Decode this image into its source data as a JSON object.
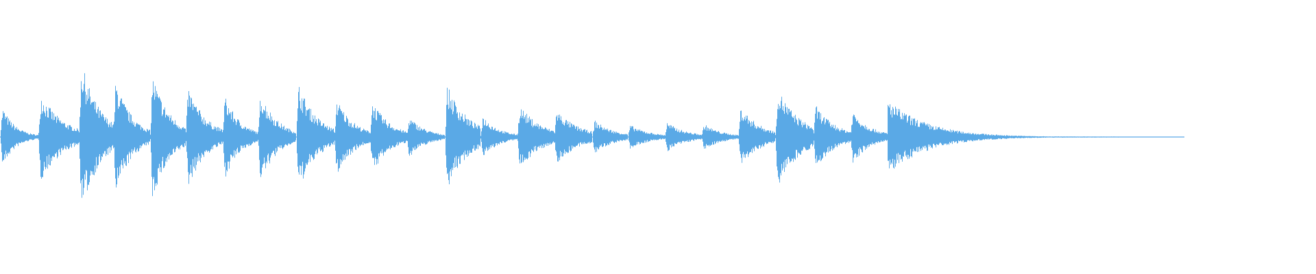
{
  "waveform": {
    "color": "#5aa9e6",
    "background": "#ffffff",
    "audio_duration_fraction": 0.9,
    "bursts": [
      {
        "start": 0.0,
        "amp": 0.26,
        "decay": 0.35
      },
      {
        "start": 0.029,
        "amp": 0.36,
        "decay": 0.55
      },
      {
        "start": 0.06,
        "amp": 0.62,
        "decay": 0.55
      },
      {
        "start": 0.086,
        "amp": 0.48,
        "decay": 0.45
      },
      {
        "start": 0.114,
        "amp": 0.52,
        "decay": 0.5
      },
      {
        "start": 0.141,
        "amp": 0.42,
        "decay": 0.5
      },
      {
        "start": 0.169,
        "amp": 0.35,
        "decay": 0.45
      },
      {
        "start": 0.196,
        "amp": 0.38,
        "decay": 0.45
      },
      {
        "start": 0.225,
        "amp": 0.44,
        "decay": 0.5
      },
      {
        "start": 0.254,
        "amp": 0.32,
        "decay": 0.5
      },
      {
        "start": 0.281,
        "amp": 0.3,
        "decay": 0.5
      },
      {
        "start": 0.309,
        "amp": 0.17,
        "decay": 0.45
      },
      {
        "start": 0.338,
        "amp": 0.42,
        "decay": 0.6
      },
      {
        "start": 0.365,
        "amp": 0.18,
        "decay": 0.45
      },
      {
        "start": 0.393,
        "amp": 0.26,
        "decay": 0.6
      },
      {
        "start": 0.421,
        "amp": 0.22,
        "decay": 0.6
      },
      {
        "start": 0.45,
        "amp": 0.14,
        "decay": 0.55
      },
      {
        "start": 0.477,
        "amp": 0.1,
        "decay": 0.55
      },
      {
        "start": 0.505,
        "amp": 0.12,
        "decay": 0.55
      },
      {
        "start": 0.533,
        "amp": 0.11,
        "decay": 0.5
      },
      {
        "start": 0.561,
        "amp": 0.25,
        "decay": 0.55
      },
      {
        "start": 0.589,
        "amp": 0.4,
        "decay": 0.6
      },
      {
        "start": 0.618,
        "amp": 0.26,
        "decay": 0.55
      },
      {
        "start": 0.646,
        "amp": 0.22,
        "decay": 0.5
      },
      {
        "start": 0.674,
        "amp": 0.28,
        "decay": 0.8
      }
    ]
  }
}
